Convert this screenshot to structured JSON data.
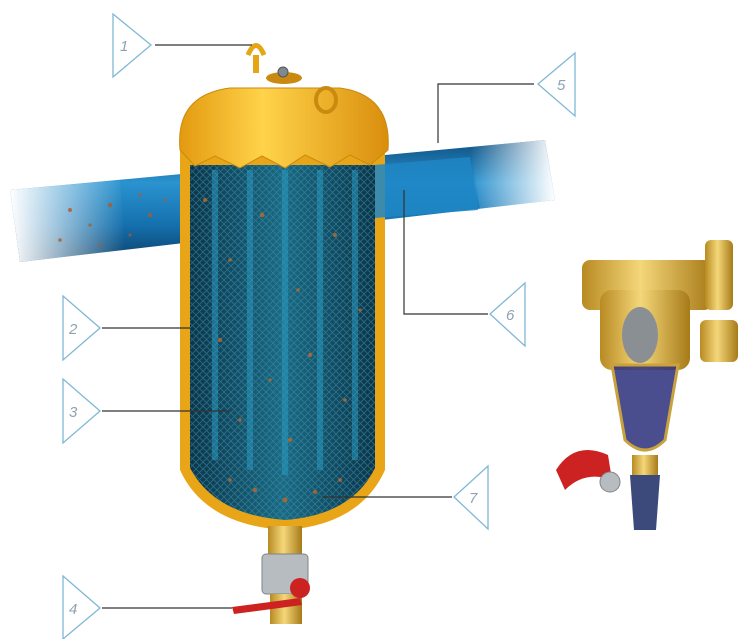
{
  "callouts": [
    {
      "id": 1,
      "label": "1"
    },
    {
      "id": 2,
      "label": "2"
    },
    {
      "id": 3,
      "label": "3"
    },
    {
      "id": 4,
      "label": "4"
    },
    {
      "id": 5,
      "label": "5"
    },
    {
      "id": 6,
      "label": "6"
    },
    {
      "id": 7,
      "label": "7"
    }
  ],
  "colors": {
    "pipe_blue": "#1d7fc0",
    "cap_yellow": "#f2b81c",
    "body_dark": "#12435a",
    "debris": "#b05a22",
    "brass": "#e0b84a",
    "valve_red": "#cc2222",
    "callout_stroke": "#7fb8d6",
    "callout_text": "#8fa2b0"
  }
}
